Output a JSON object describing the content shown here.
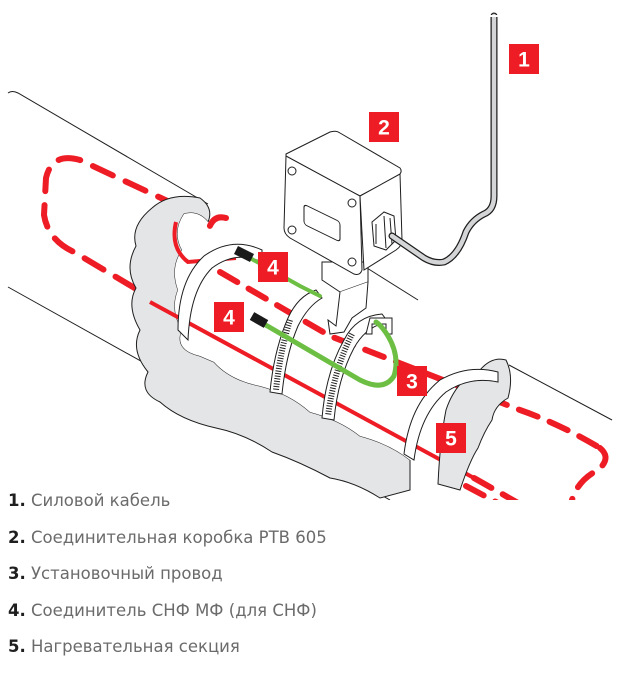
{
  "colors": {
    "heating_cable": "#ee1c25",
    "installation_wire": "#6cbf43",
    "callout_bg": "#ee1c25",
    "callout_text": "#ffffff",
    "insulation_fill": "#e4e5e6",
    "power_cable_fill": "#d4d5d6",
    "outline": "#1e1e1e"
  },
  "callouts": [
    {
      "id": "1",
      "text": "1"
    },
    {
      "id": "2",
      "text": "2"
    },
    {
      "id": "3",
      "text": "3"
    },
    {
      "id": "4a",
      "text": "4"
    },
    {
      "id": "4b",
      "text": "4"
    },
    {
      "id": "5",
      "text": "5"
    }
  ],
  "legend": [
    {
      "number": "1.",
      "text": "Силовой кабель"
    },
    {
      "number": "2.",
      "text": "Соединительная коробка PTB 605"
    },
    {
      "number": "3.",
      "text": "Установочный провод"
    },
    {
      "number": "4.",
      "text": "Соединитель СНФ МФ (для СНФ)"
    },
    {
      "number": "5.",
      "text": "Нагревательная секция"
    }
  ]
}
